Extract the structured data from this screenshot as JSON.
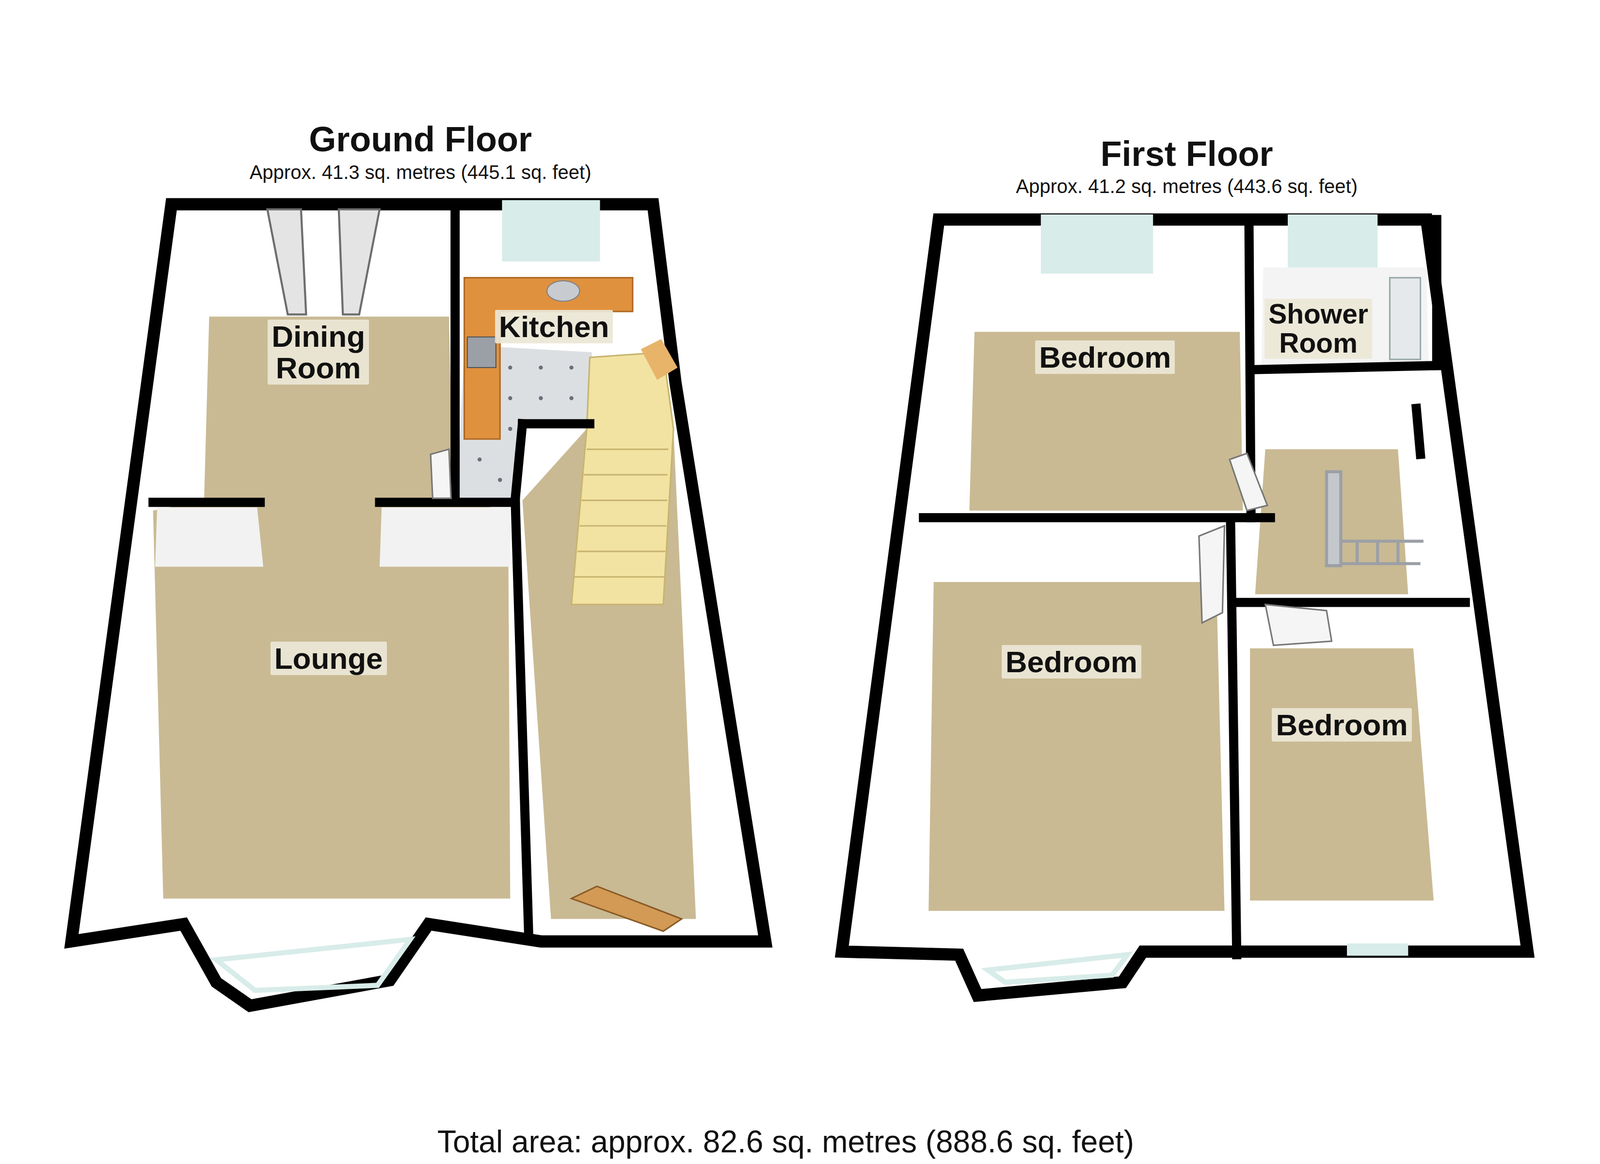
{
  "diagram": {
    "caption": "Total area: approx. 82.6 sq. metres (888.6 sq. feet)",
    "nodes": [
      {
        "text": [
          "Ground Floor",
          "Approx. 41.3 sq. metres (445.1 sq. feet)"
        ]
      },
      {
        "text": [
          "Dining Room"
        ],
        "in": 0
      },
      {
        "text": [
          "Kitchen"
        ],
        "in": 0
      },
      {
        "text": [
          "Lounge"
        ],
        "in": 0
      },
      {
        "text": [
          "First Floor",
          "Approx. 41.2 sq. metres (443.6 sq. feet)"
        ]
      },
      {
        "text": [
          "Bedroom"
        ],
        "in": 4
      },
      {
        "text": [
          "Shower Room"
        ],
        "in": 4
      },
      {
        "text": [
          "Bedroom"
        ],
        "in": 4
      },
      {
        "text": [
          "Bedroom"
        ],
        "in": 4
      }
    ]
  }
}
